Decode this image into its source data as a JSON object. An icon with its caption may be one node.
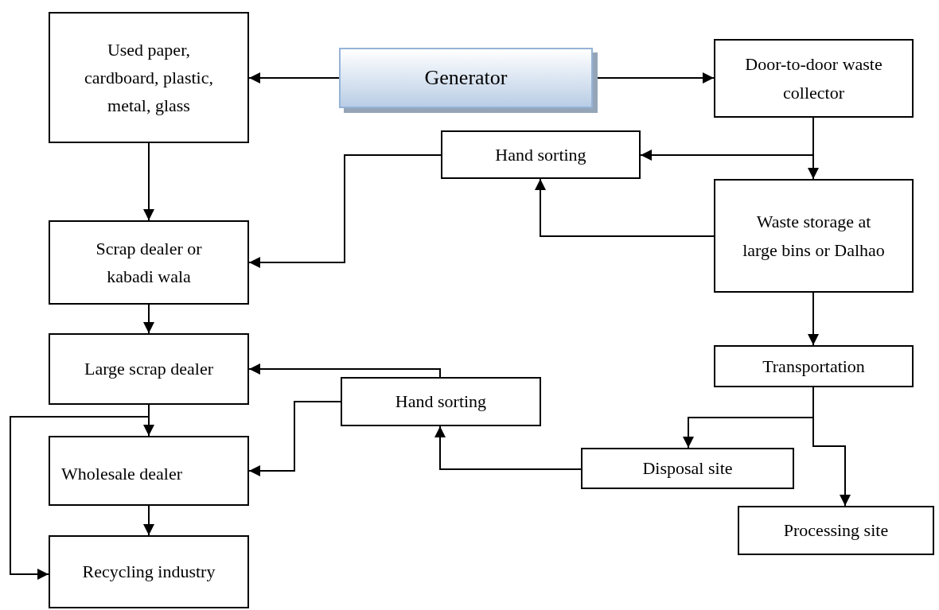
{
  "diagram": {
    "nodes": [
      {
        "text": [
          "Used paper, cardboard, plastic, metal, glass"
        ]
      },
      {
        "text": [
          "Generator"
        ]
      },
      {
        "text": [
          "Door-to-door waste collector"
        ]
      },
      {
        "text": [
          "Hand sorting"
        ]
      },
      {
        "text": [
          "Waste storage at large bins or Dalhao"
        ]
      },
      {
        "text": [
          "Scrap dealer or kabadi wala"
        ]
      },
      {
        "text": [
          "Large scrap dealer"
        ]
      },
      {
        "text": [
          "Transportation"
        ]
      },
      {
        "text": [
          "Hand sorting"
        ]
      },
      {
        "text": [
          "Wholesale dealer"
        ]
      },
      {
        "text": [
          "Disposal site"
        ]
      },
      {
        "text": [
          "Processing site"
        ]
      },
      {
        "text": [
          "Recycling industry"
        ]
      }
    ],
    "edges": [
      {
        "from": 1,
        "to": 0,
        "arrow": "to"
      },
      {
        "from": 1,
        "to": 2,
        "arrow": "to"
      },
      {
        "from": 2,
        "to": 3,
        "arrow": "to"
      },
      {
        "from": 2,
        "to": 4,
        "arrow": "to"
      },
      {
        "from": 4,
        "to": 3,
        "arrow": "to"
      },
      {
        "from": 3,
        "to": 5,
        "arrow": "to"
      },
      {
        "from": 0,
        "to": 5,
        "arrow": "to"
      },
      {
        "from": 5,
        "to": 6,
        "arrow": "to"
      },
      {
        "from": 8,
        "to": 6,
        "arrow": "to"
      },
      {
        "from": 8,
        "to": 9,
        "arrow": "to"
      },
      {
        "from": 6,
        "to": 9,
        "arrow": "to"
      },
      {
        "from": 6,
        "to": 12,
        "arrow": "to"
      },
      {
        "from": 9,
        "to": 12,
        "arrow": "to"
      },
      {
        "from": 4,
        "to": 7,
        "arrow": "to"
      },
      {
        "from": 7,
        "to": 10,
        "arrow": "to"
      },
      {
        "from": 7,
        "to": 11,
        "arrow": "to"
      },
      {
        "from": 10,
        "to": 8,
        "arrow": "to"
      }
    ]
  }
}
